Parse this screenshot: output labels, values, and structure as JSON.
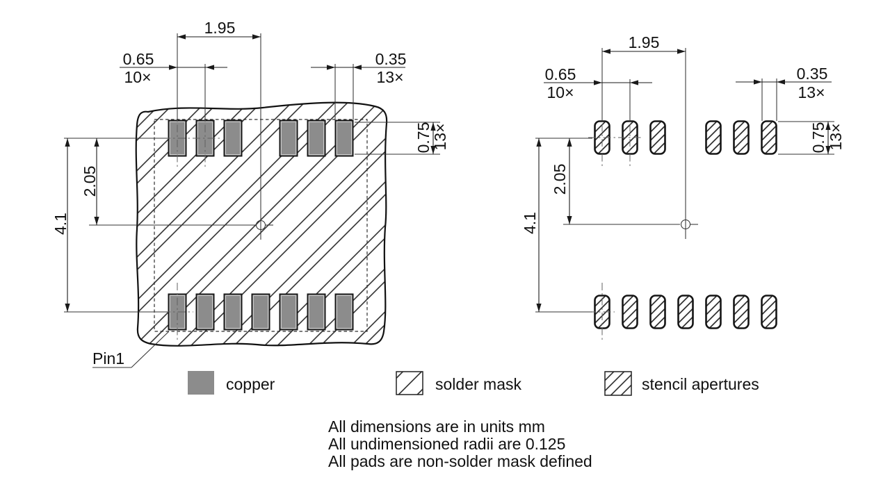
{
  "views": {
    "left": {
      "span": "1.95",
      "pitch": "0.65",
      "pitch_count": "10×",
      "pad_width": "0.35",
      "pad_width_count": "13×",
      "pad_height": "0.75",
      "pad_height_count": "13×",
      "center_offset": "2.05",
      "row_span": "4.1",
      "pin1": "Pin1"
    },
    "right": {
      "span": "1.95",
      "pitch": "0.65",
      "pitch_count": "10×",
      "pad_width": "0.35",
      "pad_width_count": "13×",
      "pad_height": "0.75",
      "pad_height_count": "13×",
      "center_offset": "2.05",
      "row_span": "4.1"
    }
  },
  "legend": {
    "items": [
      {
        "key": "copper",
        "label": "copper"
      },
      {
        "key": "solder-mask",
        "label": "solder mask"
      },
      {
        "key": "stencil-apertures",
        "label": "stencil apertures"
      }
    ]
  },
  "notes": [
    "All dimensions are in units mm",
    "All undimensioned radii are 0.125",
    "All pads are non-solder mask defined"
  ],
  "colors": {
    "copper": "#8c8c8c",
    "line": "#1a1a1a",
    "background": "#ffffff"
  }
}
